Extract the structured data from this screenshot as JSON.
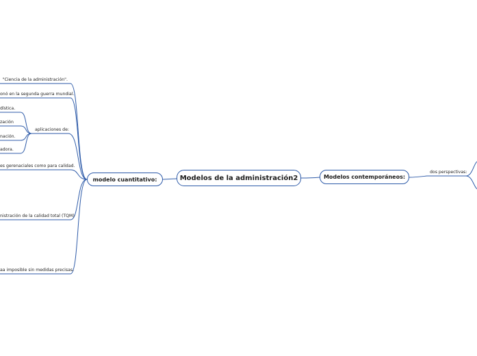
{
  "diagram": {
    "central": "Modelos de la administración2",
    "left_branch": "modelo cuantitativo:",
    "right_branch": "Modelos contemporáneos:",
    "left_leaves": [
      "\"Ciencia de la administración\".",
      "onó en la segunda guerra mundial.",
      "es gerenaciales como para calidad.",
      "nistración de la calidad total (TQM)",
      "aa imposible sin medidas precisas."
    ],
    "sub_group": "aplicaciones de:",
    "sub_leaves": [
      "dística.",
      "zación",
      "nación.",
      "adora."
    ],
    "right_leaf": "dos perspectivas:"
  },
  "colors": {
    "line": "#2d5aa8",
    "border": "#2d5aa8"
  }
}
